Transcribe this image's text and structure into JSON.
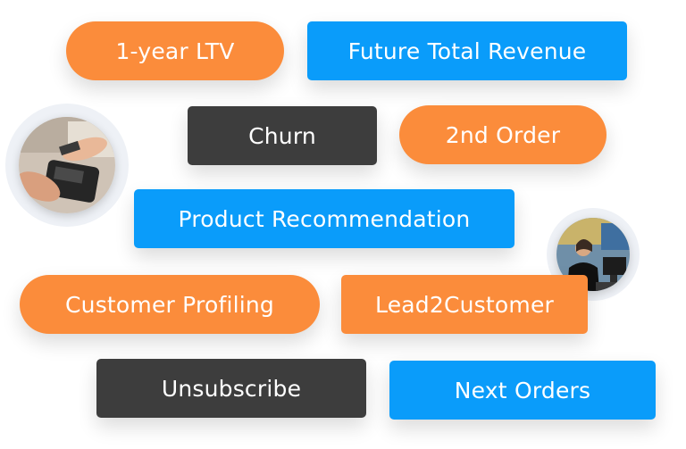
{
  "tags": {
    "ltv": "1-year LTV",
    "future_revenue": "Future Total Revenue",
    "churn": "Churn",
    "second_order": "2nd Order",
    "product_recommendation": "Product Recommendation",
    "customer_profiling": "Customer Profiling",
    "lead2customer": "Lead2Customer",
    "unsubscribe": "Unsubscribe",
    "next_orders": "Next Orders"
  },
  "colors": {
    "orange": "#fb8c3b",
    "blue": "#0a9cfa",
    "dark": "#3d3d3d"
  },
  "photos": {
    "left": "payment-terminal-photo",
    "right": "office-worker-photo"
  }
}
